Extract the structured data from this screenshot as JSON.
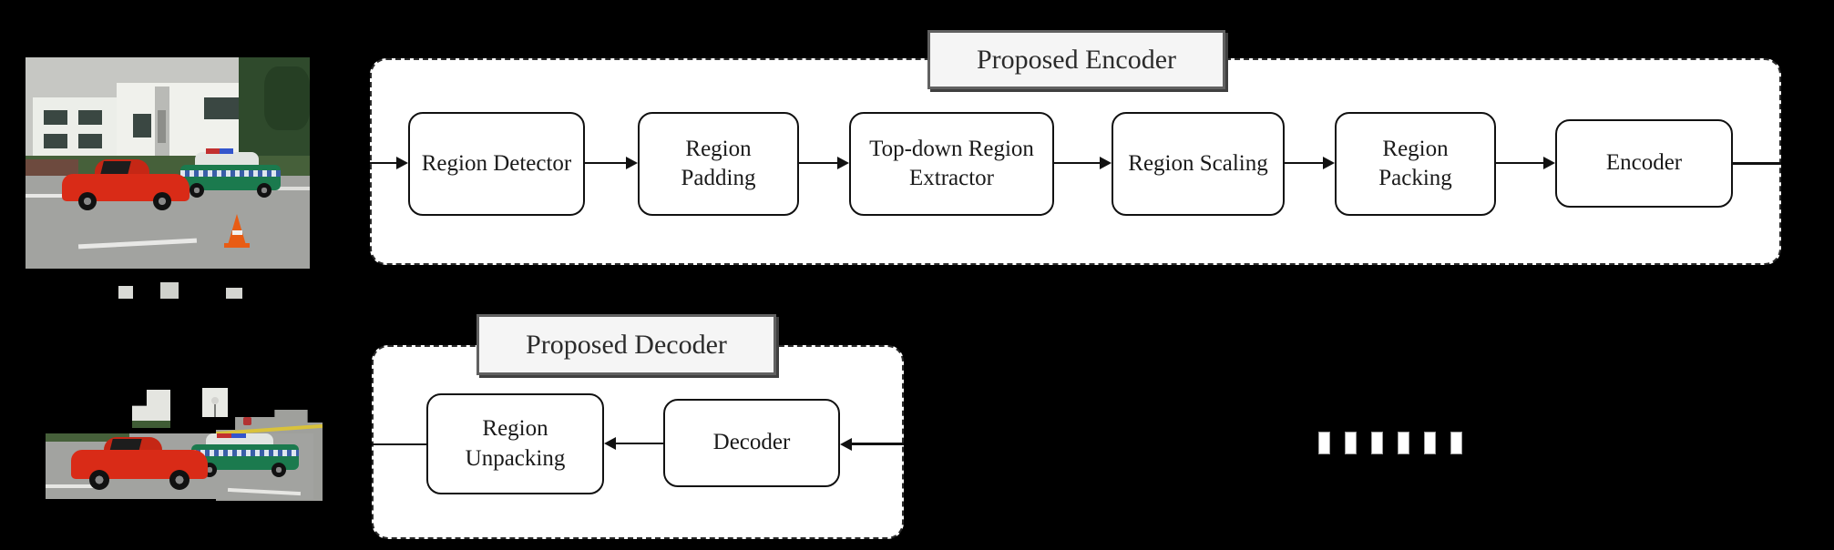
{
  "figure": {
    "encoder": {
      "title": "Proposed Encoder",
      "boxes": [
        {
          "label": "Region Detector"
        },
        {
          "label": "Region Padding"
        },
        {
          "label": "Top-down Region Extractor"
        },
        {
          "label": "Region Scaling"
        },
        {
          "label": "Region Packing"
        },
        {
          "label": "Encoder"
        }
      ]
    },
    "decoder": {
      "title": "Proposed Decoder",
      "boxes": [
        {
          "label": "Region Unpacking"
        },
        {
          "label": "Decoder"
        }
      ]
    },
    "bitstream": {
      "icon": "bitstream-dashes",
      "dash_count": 6,
      "dash_color": "#ffffff"
    },
    "images": {
      "input_alt": "Street photo: red sports car and green police car in front of a white building with an orange traffic cone",
      "output_alt": "Unpacked image regions restored onto a black canvas: car strip plus building and bin patches"
    },
    "colors": {
      "background": "#000000",
      "panel": "#ffffff",
      "panel_border": "#2a2a2a",
      "box_border": "#111111",
      "title_bg": "#f5f5f5",
      "title_border": "#616161",
      "text": "#1a1a1a",
      "arrow": "#111111"
    }
  }
}
